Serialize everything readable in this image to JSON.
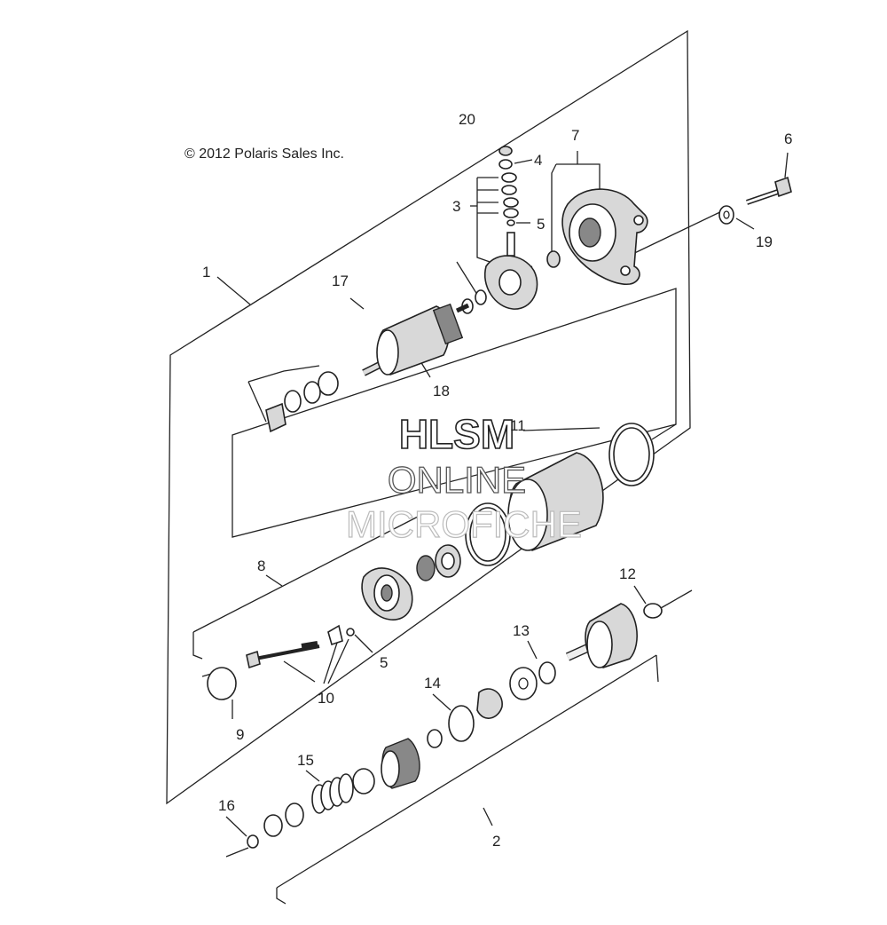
{
  "copyright": "© 2012 Polaris Sales Inc.",
  "watermark": {
    "line1": "HLSM",
    "line2": "ONLINE",
    "line3": "MICROFICHE"
  },
  "callouts": [
    {
      "id": "c1",
      "text": "1"
    },
    {
      "id": "c2",
      "text": "2"
    },
    {
      "id": "c3",
      "text": "3"
    },
    {
      "id": "c4",
      "text": "4"
    },
    {
      "id": "c5a",
      "text": "5"
    },
    {
      "id": "c5b",
      "text": "5"
    },
    {
      "id": "c6",
      "text": "6"
    },
    {
      "id": "c7",
      "text": "7"
    },
    {
      "id": "c8",
      "text": "8"
    },
    {
      "id": "c9",
      "text": "9"
    },
    {
      "id": "c10",
      "text": "10"
    },
    {
      "id": "c11",
      "text": "11"
    },
    {
      "id": "c12",
      "text": "12"
    },
    {
      "id": "c13",
      "text": "13"
    },
    {
      "id": "c14",
      "text": "14"
    },
    {
      "id": "c15",
      "text": "15"
    },
    {
      "id": "c16",
      "text": "16"
    },
    {
      "id": "c17",
      "text": "17"
    },
    {
      "id": "c18",
      "text": "18"
    },
    {
      "id": "c19",
      "text": "19"
    },
    {
      "id": "c20",
      "text": "20"
    }
  ]
}
